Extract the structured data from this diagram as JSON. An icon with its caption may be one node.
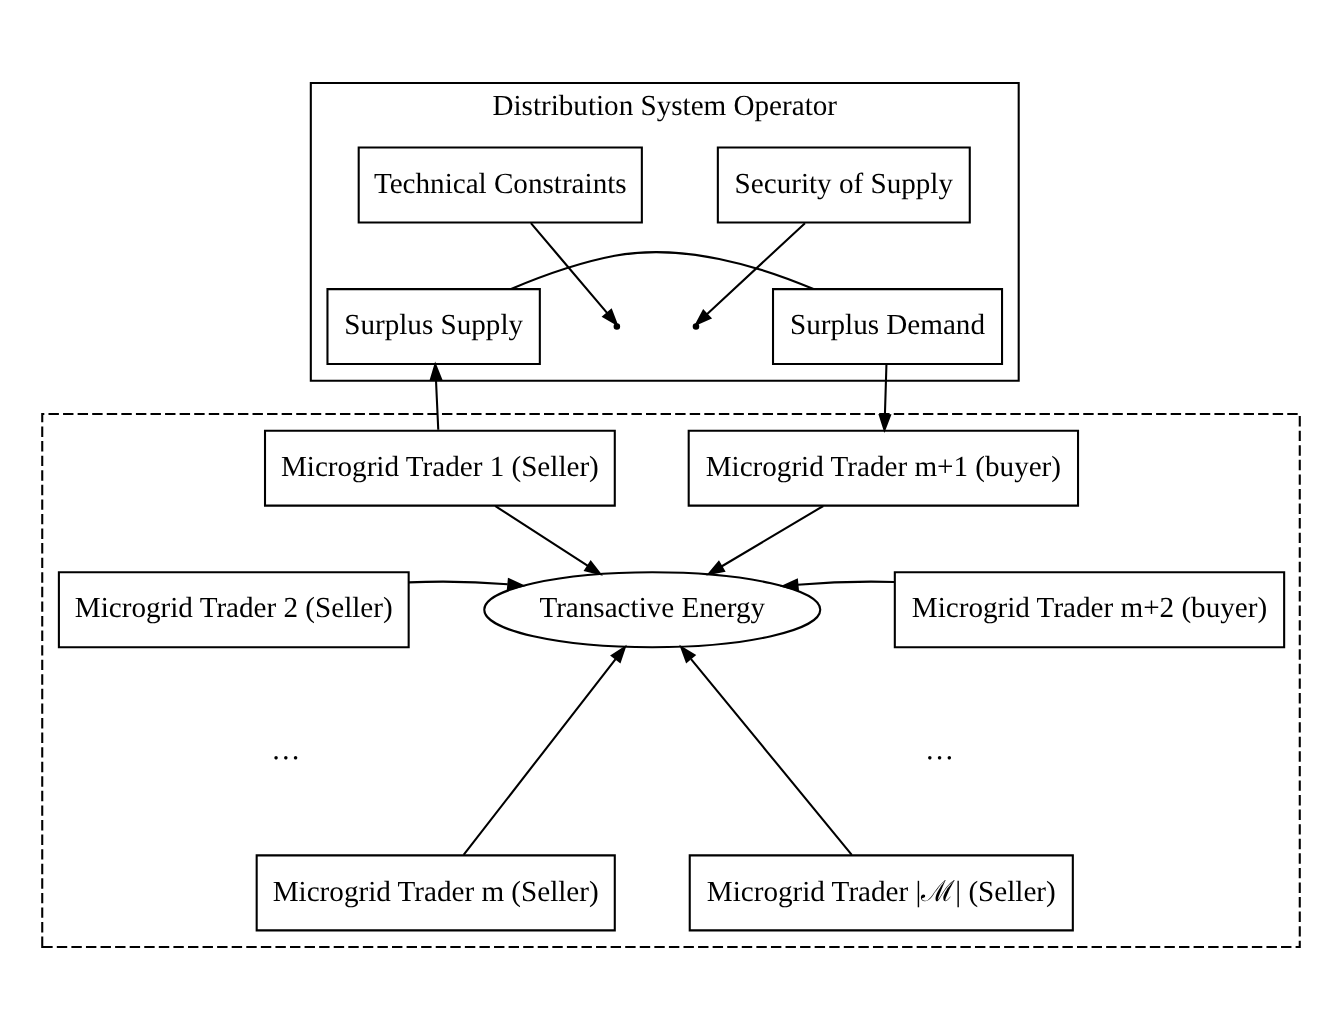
{
  "diagram": {
    "nodes": [
      {
        "text": [
          "Distribution System Operator"
        ]
      },
      {
        "text": [
          "Technical Constraints"
        ],
        "in": 0
      },
      {
        "text": [
          "Security of Supply"
        ],
        "in": 0
      },
      {
        "text": [
          "Surplus Supply"
        ],
        "in": 0
      },
      {
        "text": [
          "Surplus Demand"
        ],
        "in": 0
      },
      {
        "text": [],
        "shape": "box"
      },
      {
        "text": [
          "Microgrid Trader 1 (Seller)"
        ],
        "in": 5
      },
      {
        "text": [
          "Microgrid Trader 2 (Seller)"
        ],
        "in": 5
      },
      {
        "text": [
          "Microgrid Trader m (Seller)"
        ],
        "in": 5
      },
      {
        "text": [
          "Transactive Energy"
        ],
        "in": 5
      },
      {
        "text": [
          "Microgrid Trader m+1 (buyer)"
        ],
        "in": 5
      },
      {
        "text": [
          "Microgrid Trader m+2 (buyer)"
        ],
        "in": 5
      },
      {
        "text": [
          "Microgrid Trader |ℳ| (Seller)"
        ],
        "in": 5
      }
    ],
    "edges": [
      {
        "from": 3,
        "to": 4,
        "arrow": "none"
      },
      {
        "from": 1,
        "to": null,
        "arrow": "to"
      },
      {
        "from": 2,
        "to": null,
        "arrow": "to"
      },
      {
        "from": 6,
        "to": 3,
        "arrow": "to"
      },
      {
        "from": 4,
        "to": 10,
        "arrow": "to"
      },
      {
        "from": 6,
        "to": 9,
        "arrow": "to"
      },
      {
        "from": 7,
        "to": 9,
        "arrow": "to"
      },
      {
        "from": 8,
        "to": 9,
        "arrow": "to"
      },
      {
        "from": 10,
        "to": 9,
        "arrow": "to"
      },
      {
        "from": 11,
        "to": 9,
        "arrow": "to"
      },
      {
        "from": 12,
        "to": 9,
        "arrow": "to"
      }
    ],
    "labels": [
      "…",
      "…"
    ]
  }
}
